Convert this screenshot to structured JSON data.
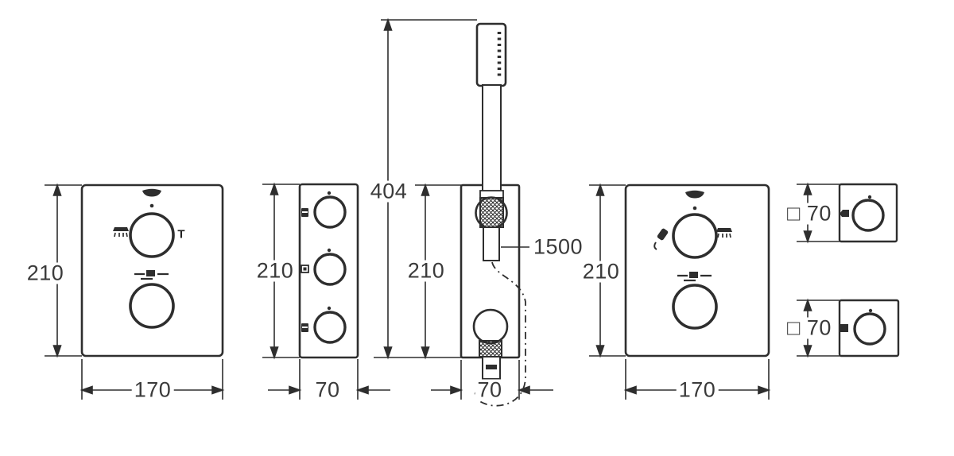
{
  "drawing": {
    "type": "technical-dimension-drawing",
    "subject": "concealed thermostat shower trims with hand shower",
    "colors": {
      "background": "#ffffff",
      "line": "#2e2e2e",
      "text": "#3a3a3a"
    },
    "labels": {
      "panel1_height": "210",
      "panel1_width": "170",
      "panel2_height": "210",
      "panel2_width": "70",
      "overall_height": "404",
      "mid_height": "210",
      "mid_width": "70",
      "hose_length": "1500",
      "panel4_height": "210",
      "panel4_width": "170",
      "square1_size": "□ 70",
      "square2_size": "□ 70",
      "temp_marker": "T"
    },
    "icons": {
      "grohe-logo": "small dark oval wordmark blob",
      "head-shower-icon": "overhead shower with spray lines",
      "hand-shower-icon": "diagonal hand shower wand",
      "temp-stop-icon": "line with solid square (safety stop)",
      "spray-mode-icon-1": "solid spray glyph",
      "spray-mode-icon-2": "outlined square glyph",
      "spray-mode-icon-3": "solid spray glyph",
      "square1-mode-icon": "solid tag glyph",
      "square2-mode-icon": "solid square glyph"
    }
  }
}
